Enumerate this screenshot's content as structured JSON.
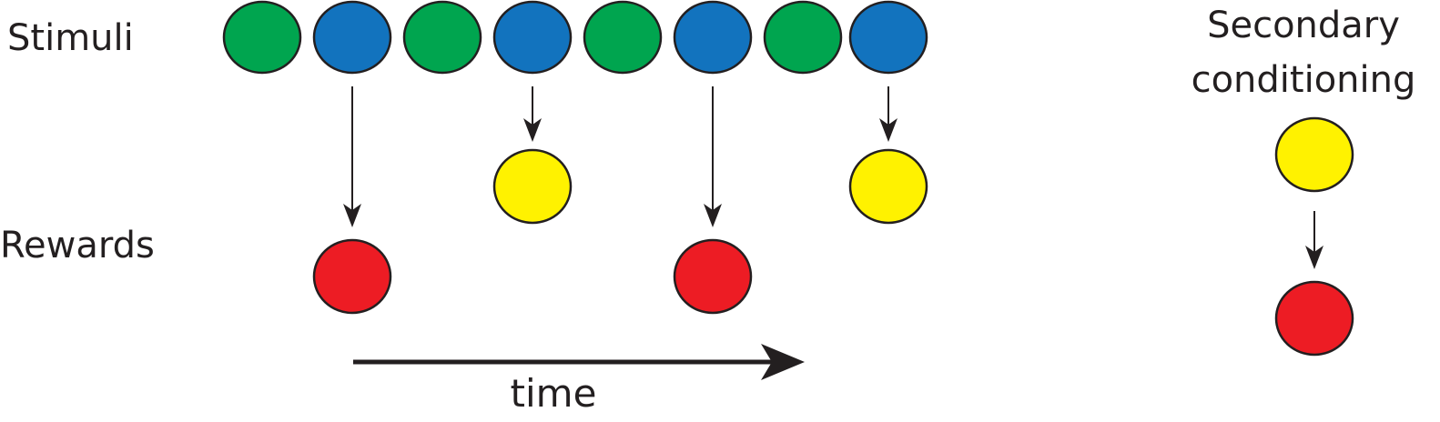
{
  "labels": {
    "stimuli": "Stimuli",
    "rewards": "Rewards",
    "time": "time",
    "secondary_line1": "Secondary",
    "secondary_line2": "conditioning"
  },
  "colors": {
    "green": "#00a54f",
    "blue": "#1273be",
    "yellow": "#fff200",
    "red": "#ed1c24",
    "ink": "#231f20"
  },
  "stimuli_sequence": [
    "green",
    "blue",
    "green",
    "blue",
    "green",
    "blue",
    "green",
    "blue"
  ],
  "outcomes": [
    {
      "after_stimulus": 2,
      "type": "reward",
      "color": "red"
    },
    {
      "after_stimulus": 4,
      "type": "secondary",
      "color": "yellow"
    },
    {
      "after_stimulus": 6,
      "type": "reward",
      "color": "red"
    },
    {
      "after_stimulus": 8,
      "type": "secondary",
      "color": "yellow"
    }
  ],
  "secondary_example": {
    "cue": "yellow",
    "reward": "red"
  }
}
